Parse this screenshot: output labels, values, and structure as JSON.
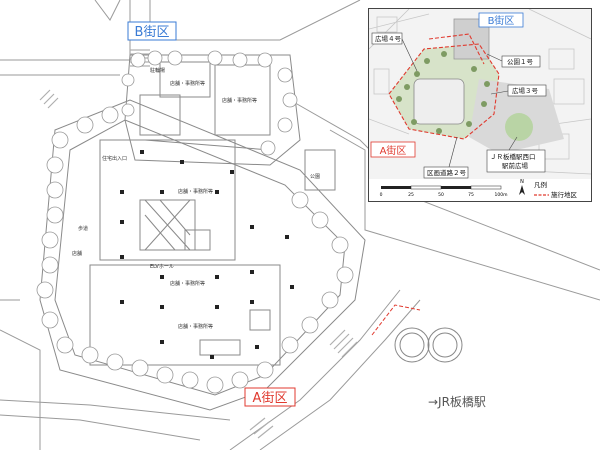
{
  "map": {
    "district_labels": {
      "b": "B街区",
      "a": "A街区"
    },
    "station_label": "→JR板橋駅",
    "plan_labels": {
      "b1": "駐輪場",
      "b2": "店舗・事務所等",
      "b3": "店舗・事務所等",
      "l1": "住宅出入口",
      "l2": "店舗・事務所等",
      "l3": "店舗・事務所等",
      "l4": "店舗・事務所等",
      "elv": "ELVホール",
      "park": "公園",
      "kibou": "歩道",
      "shop": "店舗"
    },
    "colors": {
      "district_a": "#e03a2f",
      "district_b": "#3a7bd5",
      "plan_line": "#8a8a8a"
    }
  },
  "inset": {
    "labels": {
      "b_district": "B街区",
      "a_district": "A街区",
      "plaza4": "広場４号",
      "park1": "公園１号",
      "plaza3": "広場３号",
      "road2": "区画道路２号",
      "jr_plaza_l1": "ＪＲ板橋駅西口",
      "jr_plaza_l2": "駅前広場"
    },
    "scale": {
      "ticks": [
        "0",
        "25",
        "50",
        "75",
        "100m"
      ]
    },
    "legend": {
      "title": "凡例",
      "item": "施行地区"
    },
    "north": "N"
  }
}
